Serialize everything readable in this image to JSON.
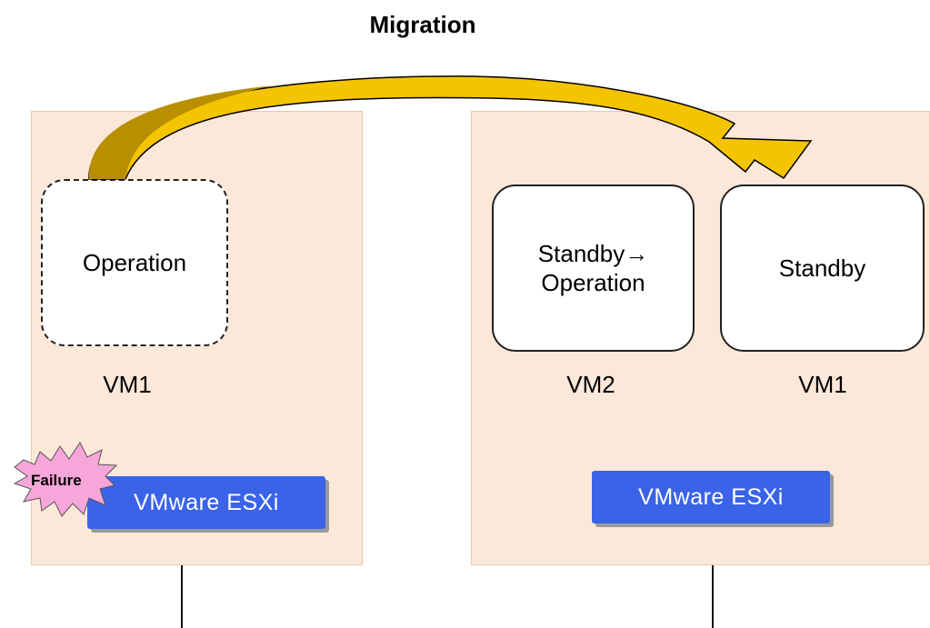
{
  "title": "Migration",
  "left_server": {
    "vm": {
      "state": "Operation",
      "name": "VM1"
    },
    "hypervisor": "VMware  ESXi",
    "failure_label": "Failure"
  },
  "right_server": {
    "vm_a": {
      "state": "Standby→\nOperation",
      "name": "VM2"
    },
    "vm_b": {
      "state": "Standby",
      "name": "VM1"
    },
    "hypervisor": "VMware  ESXi"
  },
  "colors": {
    "server_fill": "#fbe8d8",
    "server_border": "#f3c7a3",
    "hypervisor": "#3a63e8",
    "arrow_fill": "#f5c400",
    "arrow_shadow": "#b88f00",
    "failure_burst": "#f7a6d9"
  }
}
